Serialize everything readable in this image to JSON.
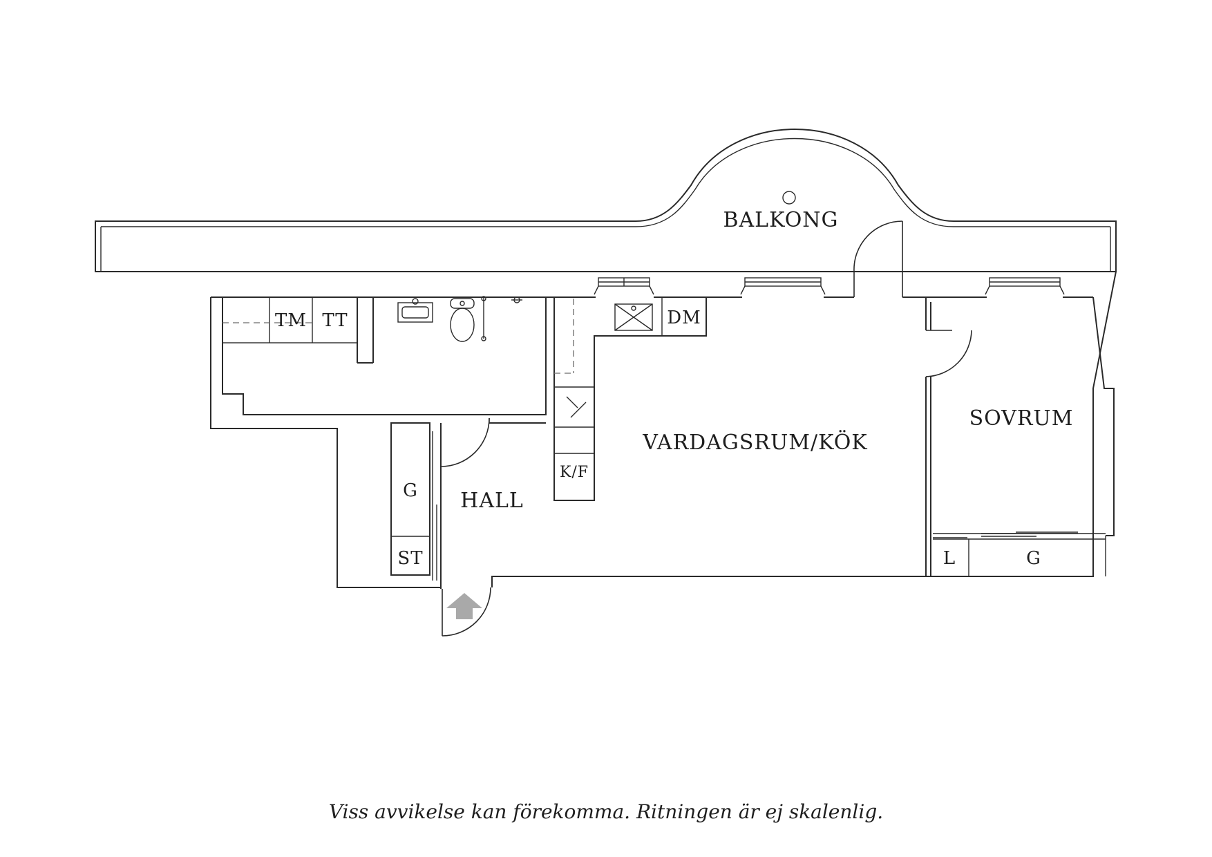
{
  "rooms": {
    "balkong": "BALKONG",
    "vardagsrum_kok": "VARDAGSRUM/KÖK",
    "sovrum": "SOVRUM",
    "hall": "HALL"
  },
  "fixtures": {
    "tm": "TM",
    "tt": "TT",
    "dm": "DM",
    "kf": "K/F",
    "hall_wardrobe": "G",
    "storage": "ST",
    "linen": "L",
    "bedroom_wardrobe": "G"
  },
  "disclaimer": "Viss avvikelse kan förekomma. Ritningen är ej skalenlig.",
  "colors": {
    "walls": "#2a2a2a",
    "entrance_arrow": "#a9a9a9"
  },
  "icons": {
    "entrance": "entrance-arrow-icon",
    "sink": "sink-icon",
    "toilet": "toilet-icon",
    "stove": "stove-icon"
  }
}
